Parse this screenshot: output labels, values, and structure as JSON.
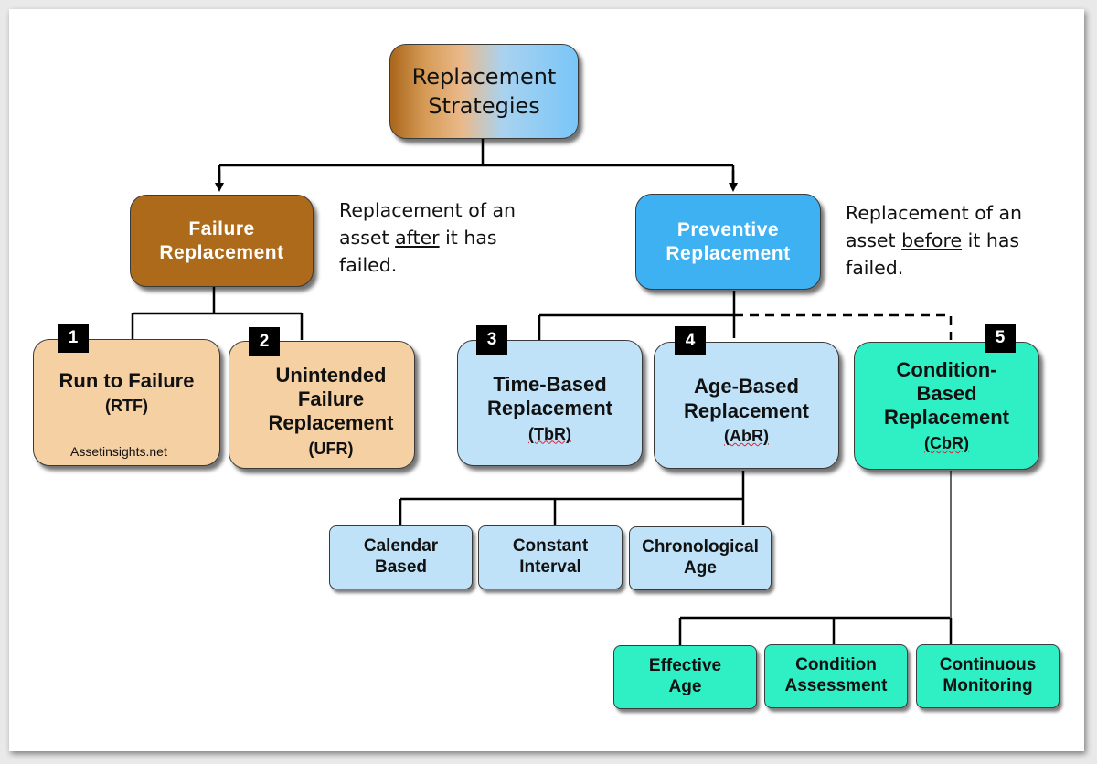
{
  "root": {
    "line1": "Replacement",
    "line2": "Strategies"
  },
  "failure": {
    "line1": "Failure",
    "line2": "Replacement"
  },
  "preventive": {
    "line1": "Preventive",
    "line2": "Replacement"
  },
  "failure_note": {
    "pre": "Replacement of an asset ",
    "emph": "after",
    "post": " it has failed."
  },
  "preventive_note": {
    "pre": "Replacement of an asset ",
    "emph": "before",
    "post": " it has failed."
  },
  "strategies": [
    {
      "num": "1",
      "name": "Run to Failure",
      "abbr": "(RTF)"
    },
    {
      "num": "2",
      "name": "Unintended Failure Replacement",
      "abbr": "(UFR)"
    },
    {
      "num": "3",
      "name": "Time-Based Replacement",
      "abbr": "(TbR)"
    },
    {
      "num": "4",
      "name": "Age-Based Replacement",
      "abbr": "(AbR)"
    },
    {
      "num": "5",
      "name": "Condition-Based Replacement",
      "abbr": "(CbR)"
    }
  ],
  "age_subtypes": [
    "Calendar Based",
    "Constant Interval",
    "Chronological Age"
  ],
  "condition_subtypes": [
    "Effective Age",
    "Condition Assessment",
    "Continuous Monitoring"
  ],
  "watermark": "Assetinsights.net",
  "colors": {
    "failure": "#ad6a1b",
    "preventive": "#3eb1f2",
    "failure_light": "#f4d0a2",
    "preventive_light": "#bfe2f8",
    "condition": "#2fefc4"
  }
}
